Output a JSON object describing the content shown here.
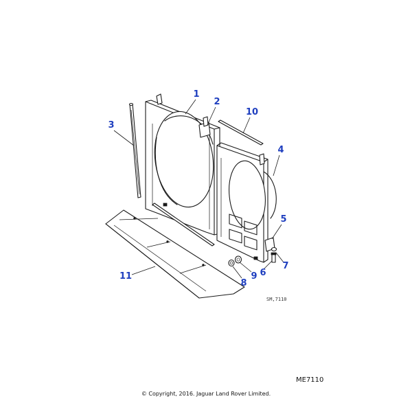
{
  "diagram": {
    "callouts": [
      {
        "id": "1",
        "label": "1"
      },
      {
        "id": "2",
        "label": "2"
      },
      {
        "id": "3",
        "label": "3"
      },
      {
        "id": "4",
        "label": "4"
      },
      {
        "id": "5",
        "label": "5"
      },
      {
        "id": "6",
        "label": "6"
      },
      {
        "id": "7",
        "label": "7"
      },
      {
        "id": "8",
        "label": "8"
      },
      {
        "id": "9",
        "label": "9"
      },
      {
        "id": "10",
        "label": "10"
      },
      {
        "id": "11",
        "label": "11"
      }
    ],
    "drawing_ref": "SM,7110",
    "catalog_code": "ME7110",
    "copyright": "© Copyright, 2016. Jaguar Land Rover Limited.",
    "callout_color": "#1f3fbf"
  }
}
